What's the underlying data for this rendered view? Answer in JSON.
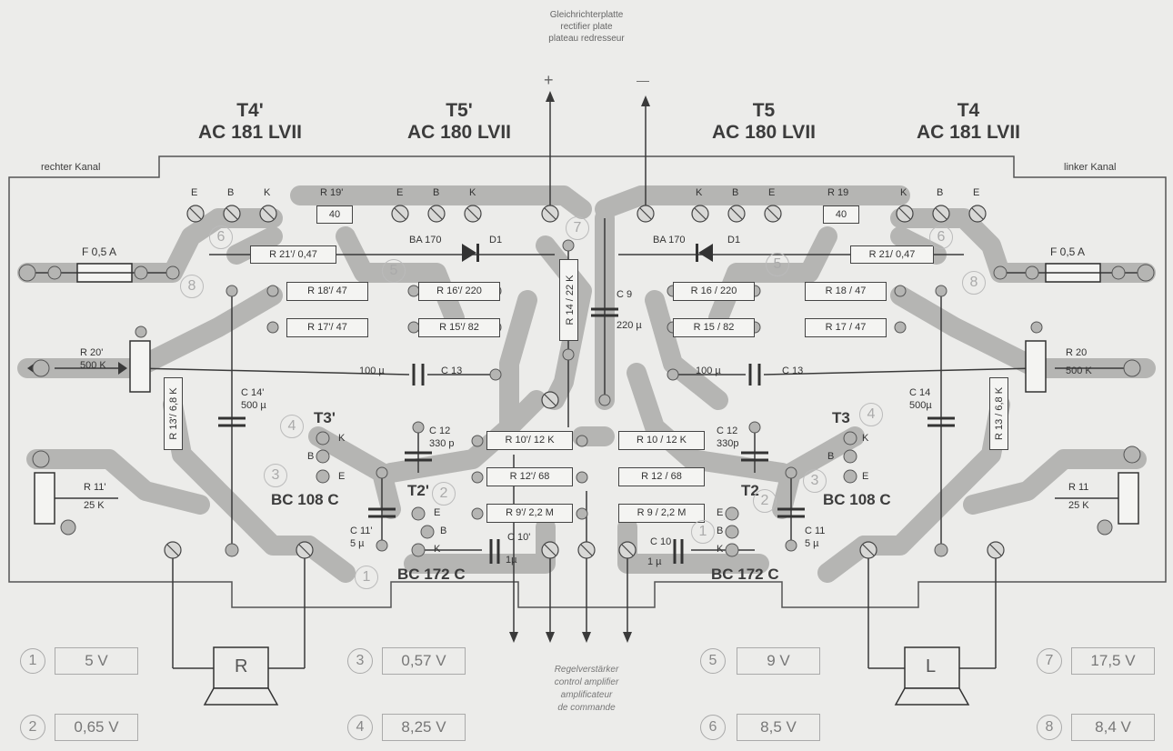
{
  "header": {
    "rectifier_de": "Gleichrichterplatte",
    "rectifier_en": "rectifier plate",
    "rectifier_fr": "plateau redresseur",
    "plus": "+",
    "minus": "—"
  },
  "transistors_top": [
    {
      "id": "T4'",
      "type": "AC 181 LVII"
    },
    {
      "id": "T5'",
      "type": "AC 180 LVII"
    },
    {
      "id": "T5",
      "type": "AC 180 LVII"
    },
    {
      "id": "T4",
      "type": "AC 181 LVII"
    }
  ],
  "channels": {
    "right": "rechter Kanal",
    "left": "linker Kanal"
  },
  "pins": {
    "e": "E",
    "b": "B",
    "k": "K"
  },
  "components_left": {
    "r19": "R 19'",
    "r19_value": "40",
    "diode": "BA 170",
    "diode_id": "D1",
    "fuse": "F 0,5 A",
    "r21": "R 21'/ 0,47",
    "r18": "R 18'/ 47",
    "r16": "R 16'/ 220",
    "r17": "R 17'/ 47",
    "r15": "R 15'/ 82",
    "r20": "R 20'",
    "r20_value": "500 K",
    "r13": "R 13'/ 6,8 K",
    "c13_value": "100 µ",
    "c13": "C 13",
    "c14": "C 14'",
    "c14_value": "500 µ",
    "t3": "T3'",
    "c12": "C 12",
    "c12_value": "330 p",
    "r11": "R 11'",
    "r11_value": "25 K",
    "bc108": "BC 108 C",
    "t2": "T2'",
    "c11": "C 11'",
    "c11_value": "5 µ",
    "bc172": "BC 172 C",
    "c10": "C 10'",
    "c10_value": "1µ"
  },
  "components_center": {
    "r14": "R 14 / 22 K",
    "c9": "C 9",
    "c9_value": "220 µ",
    "r10l": "R 10'/ 12 K",
    "r10r": "R 10 / 12 K",
    "r12l": "R 12'/ 68",
    "r12r": "R 12 / 68",
    "r9l": "R 9'/ 2,2 M",
    "r9r": "R 9 / 2,2 M"
  },
  "components_right": {
    "r19": "R 19",
    "r19_value": "40",
    "diode": "BA 170",
    "diode_id": "D1",
    "fuse": "F 0,5 A",
    "r21": "R 21/ 0,47",
    "r16": "R 16 / 220",
    "r18": "R 18 / 47",
    "r15": "R 15 / 82",
    "r17": "R 17 / 47",
    "r20": "R 20",
    "r20_value": "500 K",
    "r13": "R 13 / 6,8 K",
    "c13_value": "100 µ",
    "c13": "C 13",
    "c14": "C 14",
    "c14_value": "500µ",
    "t3": "T3",
    "c12": "C 12",
    "c12_value": "330p",
    "r11": "R 11",
    "r11_value": "25 K",
    "bc108": "BC 108 C",
    "t2": "T2",
    "c11": "C 11",
    "c11_value": "5 µ",
    "bc172": "BC 172 C",
    "c10": "C 10",
    "c10_value": "1 µ"
  },
  "speakers": {
    "right": "R",
    "left": "L"
  },
  "footer": {
    "ctrl_de": "Regelverstärker",
    "ctrl_en": "control amplifier",
    "ctrl_fr": "amplificateur",
    "ctrl_fr2": "de commande"
  },
  "voltages": [
    {
      "num": "1",
      "value": "5 V"
    },
    {
      "num": "2",
      "value": "0,65 V"
    },
    {
      "num": "3",
      "value": "0,57 V"
    },
    {
      "num": "4",
      "value": "8,25 V"
    },
    {
      "num": "5",
      "value": "9 V"
    },
    {
      "num": "6",
      "value": "8,5 V"
    },
    {
      "num": "7",
      "value": "17,5 V"
    },
    {
      "num": "8",
      "value": "8,4 V"
    }
  ],
  "colors": {
    "trace": "#b5b5b3",
    "board": "#ececea",
    "ink": "#3a3a3a"
  }
}
